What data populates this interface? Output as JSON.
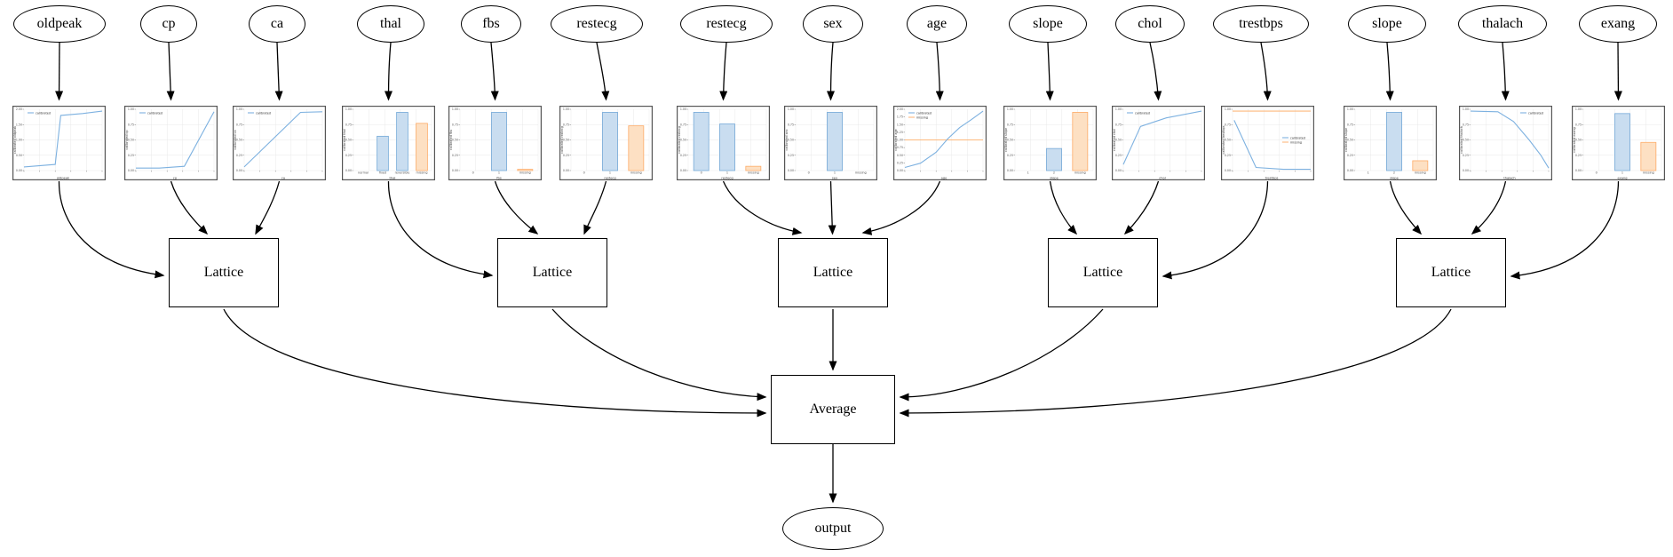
{
  "graph": {
    "features": [
      {
        "name": "oldpeak"
      },
      {
        "name": "cp"
      },
      {
        "name": "ca"
      },
      {
        "name": "thal"
      },
      {
        "name": "fbs"
      },
      {
        "name": "restecg"
      },
      {
        "name": "restecg"
      },
      {
        "name": "sex"
      },
      {
        "name": "age"
      },
      {
        "name": "slope"
      },
      {
        "name": "chol"
      },
      {
        "name": "trestbps"
      },
      {
        "name": "slope"
      },
      {
        "name": "thalach"
      },
      {
        "name": "exang"
      }
    ],
    "lattices": [
      {
        "label": "Lattice"
      },
      {
        "label": "Lattice"
      },
      {
        "label": "Lattice"
      },
      {
        "label": "Lattice"
      },
      {
        "label": "Lattice"
      }
    ],
    "average": {
      "label": "Average"
    },
    "output": {
      "label": "output"
    },
    "colors": {
      "bar_blue_fill": "#c9ddf0",
      "bar_blue_stroke": "#74a9d8",
      "bar_orange_fill": "#fde0c3",
      "bar_orange_stroke": "#fdab67",
      "line_blue": "#7db1e0",
      "line_orange": "#fdb97e",
      "grid": "#e9e9e9",
      "chart_border": "#555555",
      "tick_text": "#555555"
    }
  },
  "chart_data": [
    {
      "feature": "oldpeak",
      "type": "line",
      "ylabel": "calibrated oldpeak",
      "xlabel": "oldpeak",
      "legend": [
        "calibrated"
      ],
      "legend_pos": "nw",
      "ylim": [
        0,
        2
      ],
      "yticks": [
        0,
        0.5,
        1.0,
        1.5,
        2.0
      ],
      "points": [
        [
          0,
          0.12
        ],
        [
          0.4,
          0.2
        ],
        [
          0.47,
          1.8
        ],
        [
          0.75,
          1.86
        ],
        [
          1,
          1.94
        ]
      ]
    },
    {
      "feature": "cp",
      "type": "line",
      "ylabel": "calibrated cp",
      "xlabel": "cp",
      "legend": [
        "calibrated"
      ],
      "legend_pos": "nw",
      "ylim": [
        0,
        1
      ],
      "yticks": [
        0,
        0.25,
        0.5,
        0.75,
        1.0
      ],
      "points": [
        [
          0,
          0.04
        ],
        [
          0.3,
          0.04
        ],
        [
          0.62,
          0.07
        ],
        [
          1,
          0.96
        ]
      ]
    },
    {
      "feature": "ca",
      "type": "line",
      "ylabel": "calibrated ca",
      "xlabel": "ca",
      "legend": [
        "calibrated"
      ],
      "legend_pos": "nw",
      "ylim": [
        0,
        1
      ],
      "yticks": [
        0,
        0.25,
        0.5,
        0.75,
        1.0
      ],
      "points": [
        [
          0,
          0.06
        ],
        [
          0.72,
          0.95
        ],
        [
          1,
          0.96
        ]
      ]
    },
    {
      "feature": "thal",
      "type": "bar",
      "ylabel": "calibrated thal",
      "xlabel": "thal",
      "legend": [],
      "ylim": [
        0,
        1
      ],
      "yticks": [
        0,
        0.25,
        0.5,
        0.75,
        1.0
      ],
      "categories": [
        "normal",
        "fixed",
        "reversible",
        "missing"
      ],
      "values": [
        0,
        0.56,
        0.95,
        0.77
      ],
      "bar_colors": [
        "blue",
        "blue",
        "blue",
        "orange"
      ]
    },
    {
      "feature": "fbs",
      "type": "bar",
      "ylabel": "calibrated fbs",
      "xlabel": "fbs",
      "legend": [],
      "ylim": [
        0,
        1
      ],
      "yticks": [
        0,
        0.25,
        0.5,
        0.75,
        1.0
      ],
      "categories": [
        "0",
        "1",
        "missing"
      ],
      "values": [
        0,
        0.95,
        0.02
      ],
      "bar_colors": [
        "blue",
        "blue",
        "orange"
      ]
    },
    {
      "feature": "restecg",
      "type": "bar",
      "ylabel": "calibrated restecg",
      "xlabel": "restecg",
      "legend": [],
      "ylim": [
        0,
        1
      ],
      "yticks": [
        0,
        0.25,
        0.5,
        0.75,
        1.0
      ],
      "categories": [
        "0",
        "1",
        "missing"
      ],
      "values": [
        0,
        0.95,
        0.73
      ],
      "bar_colors": [
        "blue",
        "blue",
        "orange"
      ]
    },
    {
      "feature": "restecg",
      "type": "bar",
      "ylabel": "calibrated restecg",
      "xlabel": "restecg",
      "legend": [],
      "ylim": [
        0,
        1
      ],
      "yticks": [
        0,
        0.25,
        0.5,
        0.75,
        1.0
      ],
      "categories": [
        "0",
        "1",
        "missing"
      ],
      "values": [
        0.95,
        0.76,
        0.07
      ],
      "bar_colors": [
        "blue",
        "blue",
        "orange"
      ]
    },
    {
      "feature": "sex",
      "type": "bar",
      "ylabel": "calibrated sex",
      "xlabel": "sex",
      "legend": [],
      "ylim": [
        0,
        1
      ],
      "yticks": [
        0,
        0.25,
        0.5,
        0.75,
        1.0
      ],
      "categories": [
        "0",
        "1",
        "missing"
      ],
      "values": [
        0,
        0.95,
        0
      ],
      "bar_colors": [
        "blue",
        "blue",
        "orange"
      ]
    },
    {
      "feature": "age",
      "type": "line",
      "ylabel": "calibrated age",
      "xlabel": "age",
      "legend": [
        "calibrated",
        "missing"
      ],
      "legend_pos": "nw",
      "ylim": [
        0,
        2
      ],
      "yticks": [
        0,
        0.25,
        0.5,
        0.75,
        1.0,
        1.25,
        1.5,
        1.75,
        2.0
      ],
      "points": [
        [
          0,
          0.1
        ],
        [
          0.2,
          0.24
        ],
        [
          0.4,
          0.6
        ],
        [
          0.55,
          1.04
        ],
        [
          0.7,
          1.4
        ],
        [
          0.85,
          1.66
        ],
        [
          1,
          1.94
        ]
      ],
      "missing_line": 1.0
    },
    {
      "feature": "slope",
      "type": "bar",
      "ylabel": "calibrated slope",
      "xlabel": "slope",
      "legend": [],
      "ylim": [
        0,
        1
      ],
      "yticks": [
        0,
        0.25,
        0.5,
        0.75,
        1.0
      ],
      "categories": [
        "1",
        "2",
        "missing"
      ],
      "values": [
        0,
        0.36,
        0.95
      ],
      "bar_colors": [
        "blue",
        "blue",
        "orange"
      ]
    },
    {
      "feature": "chol",
      "type": "line",
      "ylabel": "calibrated chol",
      "xlabel": "chol",
      "legend": [
        "calibrated"
      ],
      "legend_pos": "nw",
      "ylim": [
        0,
        1
      ],
      "yticks": [
        0,
        0.25,
        0.5,
        0.75,
        1.0
      ],
      "points": [
        [
          0,
          0.1
        ],
        [
          0.22,
          0.72
        ],
        [
          0.55,
          0.86
        ],
        [
          1,
          0.97
        ]
      ]
    },
    {
      "feature": "trestbps",
      "type": "line",
      "ylabel": "calibrated trestbps",
      "xlabel": "trestbps",
      "legend": [
        "calibrated",
        "missing"
      ],
      "legend_pos": "e",
      "ylim": [
        0,
        1
      ],
      "yticks": [
        0,
        0.25,
        0.5,
        0.75,
        1.0
      ],
      "points": [
        [
          0.02,
          0.82
        ],
        [
          0.3,
          0.05
        ],
        [
          0.65,
          0.02
        ],
        [
          1,
          0.02
        ]
      ],
      "missing_line": 0.97
    },
    {
      "feature": "slope",
      "type": "bar",
      "ylabel": "calibrated slope",
      "xlabel": "slope",
      "legend": [],
      "ylim": [
        0,
        1
      ],
      "yticks": [
        0,
        0.25,
        0.5,
        0.75,
        1.0
      ],
      "categories": [
        "1",
        "2",
        "missing"
      ],
      "values": [
        0,
        0.95,
        0.16
      ],
      "bar_colors": [
        "blue",
        "blue",
        "orange"
      ]
    },
    {
      "feature": "thalach",
      "type": "line",
      "ylabel": "calibrated thalach",
      "xlabel": "thalach",
      "legend": [
        "calibrated"
      ],
      "legend_pos": "ne",
      "ylim": [
        0,
        1
      ],
      "yticks": [
        0,
        0.25,
        0.5,
        0.75,
        1.0
      ],
      "points": [
        [
          0,
          0.97
        ],
        [
          0.35,
          0.96
        ],
        [
          0.55,
          0.8
        ],
        [
          0.75,
          0.5
        ],
        [
          0.9,
          0.25
        ],
        [
          1,
          0.04
        ]
      ]
    },
    {
      "feature": "exang",
      "type": "bar",
      "ylabel": "calibrated exang",
      "xlabel": "exang",
      "legend": [],
      "ylim": [
        0,
        1
      ],
      "yticks": [
        0,
        0.25,
        0.5,
        0.75,
        1.0
      ],
      "categories": [
        "0",
        "1",
        "missing"
      ],
      "values": [
        0,
        0.93,
        0.46
      ],
      "bar_colors": [
        "blue",
        "blue",
        "orange"
      ]
    }
  ]
}
